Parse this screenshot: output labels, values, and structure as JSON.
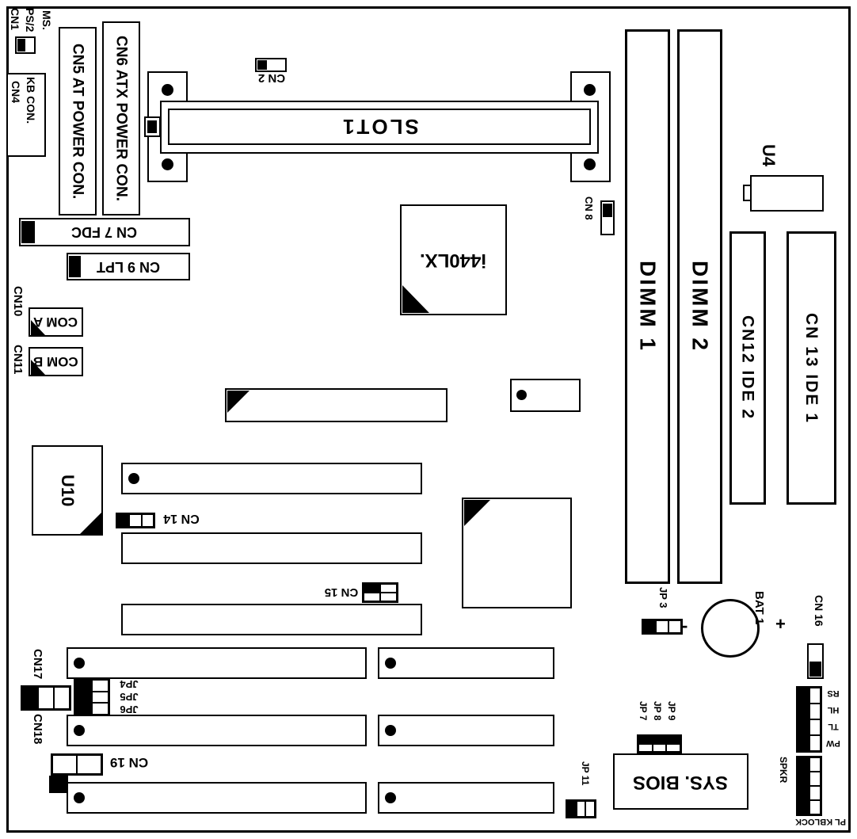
{
  "board": {
    "top_left": {
      "cn1": "CN1",
      "ps2": "PS/2",
      "ms": "MS.",
      "cn4": "CN4",
      "kb_con": "KB CON."
    },
    "power": {
      "cn5": "CN5 AT POWER CON.",
      "cn6": "CN6 ATX POWER CON."
    },
    "slot": {
      "cn2": "CN 2",
      "slot1": "SLOT1"
    },
    "chips": {
      "chipset": "i440LX.",
      "u4": "U4",
      "u10": "U10"
    },
    "memory": {
      "dimm1": "DIMM 1",
      "dimm2": "DIMM 2"
    },
    "ide": {
      "ide2": "CN12 IDE 2",
      "ide1": "CN 13 IDE 1"
    },
    "io": {
      "fdc": "CN 7 FDC",
      "lpt": "CN 9 LPT",
      "cn10": "CN10",
      "com_a": "COM A",
      "cn11": "CN11",
      "com_b": "COM B"
    },
    "connectors": {
      "cn8": "CN 8",
      "cn14": "CN 14",
      "cn15": "CN 15",
      "cn16": "CN 16",
      "cn17": "CN17",
      "cn18": "CN18",
      "cn19": "CN 19"
    },
    "jumpers": {
      "jp3": "JP 3",
      "jp4": "JP4",
      "jp5": "JP5",
      "jp6": "JP6",
      "jp7": "JP 7",
      "jp8": "JP 8",
      "jp9": "JP 9",
      "jp11": "JP 11"
    },
    "battery": {
      "label": "BAT 1",
      "minus": "-",
      "plus": "+"
    },
    "bios": {
      "label": "SYS. BIOS"
    },
    "front_panel": {
      "labels": [
        "RS",
        "HL",
        "TL",
        "PW"
      ],
      "spkr": "SPKR",
      "kblock": "PL KBLOCK"
    }
  }
}
